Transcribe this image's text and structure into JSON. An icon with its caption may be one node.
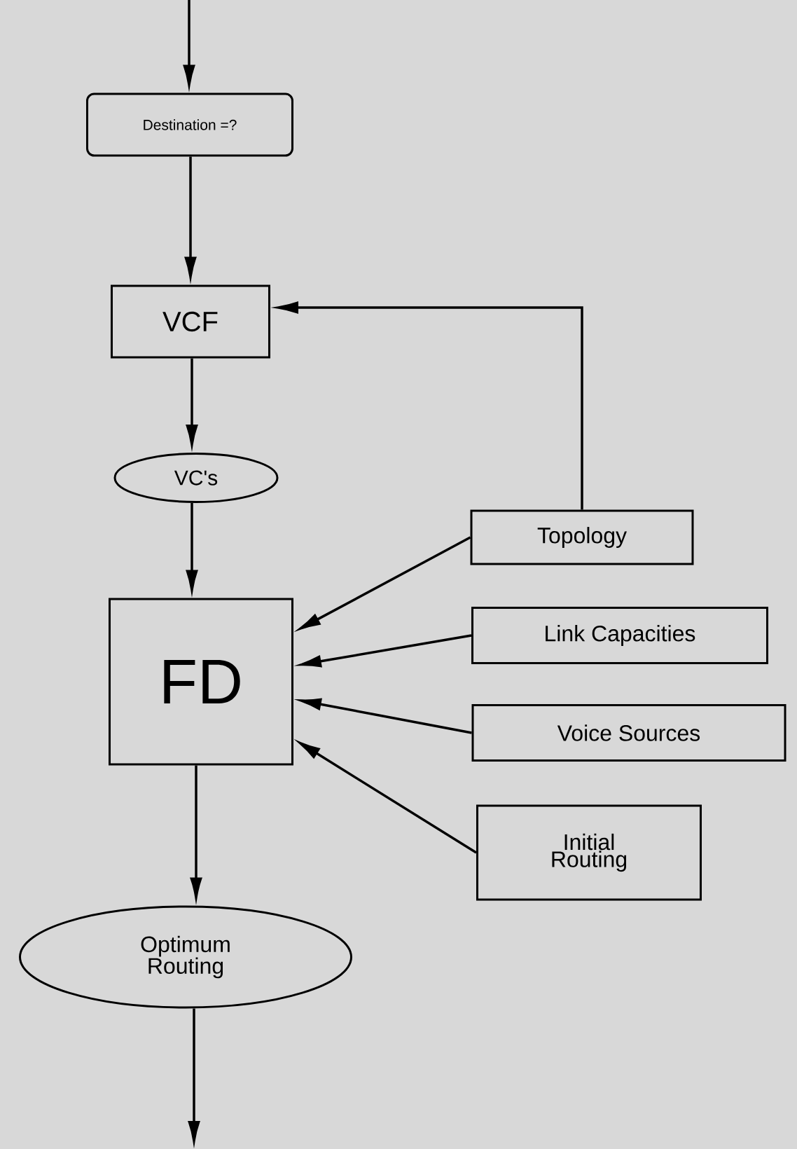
{
  "diagram": {
    "nodes": [
      {
        "text": [
          "Destination =?"
        ]
      },
      {
        "text": [
          "VCF"
        ]
      },
      {
        "text": [
          "VC's"
        ]
      },
      {
        "text": [
          "FD"
        ]
      },
      {
        "text": [
          "Topology"
        ]
      },
      {
        "text": [
          "Link Capacities"
        ]
      },
      {
        "text": [
          "Voice Sources"
        ]
      },
      {
        "text": [
          "Initial Routing"
        ]
      },
      {
        "text": [
          "Optimum Routing"
        ]
      }
    ],
    "edges": [
      {
        "from": null,
        "to": 0,
        "arrow": "to"
      },
      {
        "from": 0,
        "to": 1,
        "arrow": "to"
      },
      {
        "from": 1,
        "to": 2,
        "arrow": "to"
      },
      {
        "from": 2,
        "to": 3,
        "arrow": "to"
      },
      {
        "from": 4,
        "to": 1,
        "arrow": "to"
      },
      {
        "from": 4,
        "to": 3,
        "arrow": "to"
      },
      {
        "from": 5,
        "to": 3,
        "arrow": "to"
      },
      {
        "from": 6,
        "to": 3,
        "arrow": "to"
      },
      {
        "from": 7,
        "to": 3,
        "arrow": "to"
      },
      {
        "from": 3,
        "to": 8,
        "arrow": "to"
      },
      {
        "from": 8,
        "to": null,
        "arrow": "to"
      }
    ]
  }
}
